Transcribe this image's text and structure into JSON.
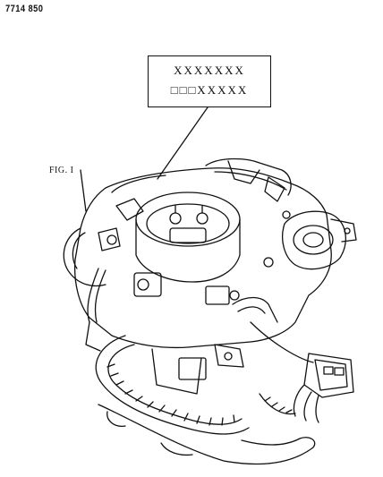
{
  "header": {
    "part_number": "7714 850"
  },
  "label_box": {
    "line1": "XXXXXXX",
    "line2": "□□□XXXXX"
  },
  "figure": {
    "label": "FIG. I"
  },
  "colors": {
    "ink": "#111111",
    "paper": "#ffffff"
  }
}
